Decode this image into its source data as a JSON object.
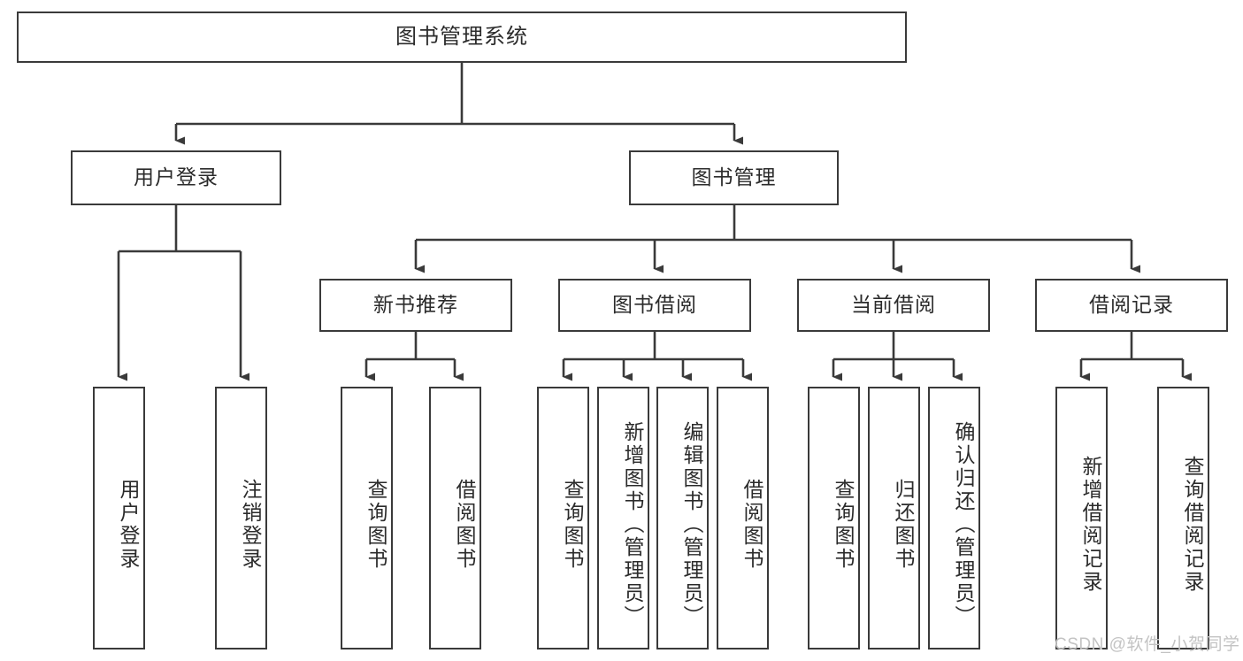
{
  "diagram": {
    "type": "hierarchy-tree",
    "title": "图书管理系统",
    "root": {
      "id": "root",
      "label": "图书管理系统"
    },
    "level2": [
      {
        "id": "user-login",
        "label": "用户登录"
      },
      {
        "id": "book-management",
        "label": "图书管理"
      }
    ],
    "level3": [
      {
        "id": "new-book-recommend",
        "label": "新书推荐",
        "parent": "book-management"
      },
      {
        "id": "book-borrow",
        "label": "图书借阅",
        "parent": "book-management"
      },
      {
        "id": "current-borrow",
        "label": "当前借阅",
        "parent": "book-management"
      },
      {
        "id": "borrow-record",
        "label": "借阅记录",
        "parent": "book-management"
      }
    ],
    "leaves": {
      "user-login": [
        {
          "id": "leaf-user-login",
          "label": "用户登录"
        },
        {
          "id": "leaf-logout-login",
          "label": "注销登录"
        }
      ],
      "new-book-recommend": [
        {
          "id": "leaf-query-book-1",
          "label": "查询图书"
        },
        {
          "id": "leaf-borrow-book-1",
          "label": "借阅图书"
        }
      ],
      "book-borrow": [
        {
          "id": "leaf-query-book-2",
          "label": "查询图书"
        },
        {
          "id": "leaf-add-book",
          "label": "新增图书（管理员）"
        },
        {
          "id": "leaf-edit-book",
          "label": "编辑图书（管理员）"
        },
        {
          "id": "leaf-borrow-book-2",
          "label": "借阅图书"
        }
      ],
      "current-borrow": [
        {
          "id": "leaf-query-book-3",
          "label": "查询图书"
        },
        {
          "id": "leaf-return-book",
          "label": "归还图书"
        },
        {
          "id": "leaf-confirm-return",
          "label": "确认归还（管理员）"
        }
      ],
      "borrow-record": [
        {
          "id": "leaf-add-record",
          "label": "新增借阅记录"
        },
        {
          "id": "leaf-query-record",
          "label": "查询借阅记录"
        }
      ]
    }
  },
  "watermark": {
    "text": "CSDN @软件_小贺同学"
  },
  "colors": {
    "stroke": "#3a3a3a",
    "background": "#ffffff",
    "text": "#2b2b2b",
    "watermark": "#c3c3c3"
  }
}
